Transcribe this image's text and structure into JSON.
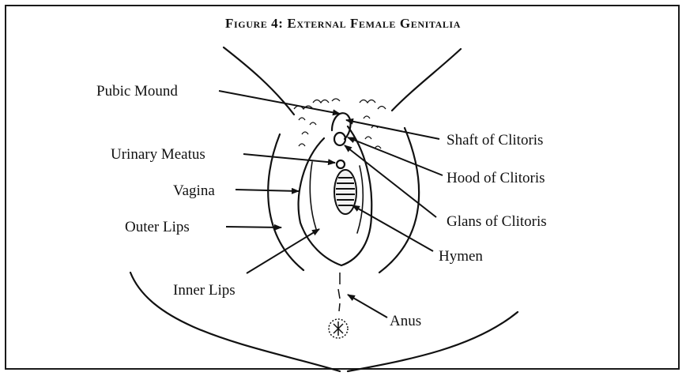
{
  "figure": {
    "title": "Figure 4: External Female Genitalia",
    "labels": {
      "pubic_mound": "Pubic Mound",
      "urinary_meatus": "Urinary Meatus",
      "vagina": "Vagina",
      "outer_lips": "Outer Lips",
      "inner_lips": "Inner Lips",
      "shaft_of_clitoris": "Shaft of Clitoris",
      "hood_of_clitoris": "Hood of Clitoris",
      "glans_of_clitoris": "Glans of Clitoris",
      "hymen": "Hymen",
      "anus": "Anus"
    }
  }
}
